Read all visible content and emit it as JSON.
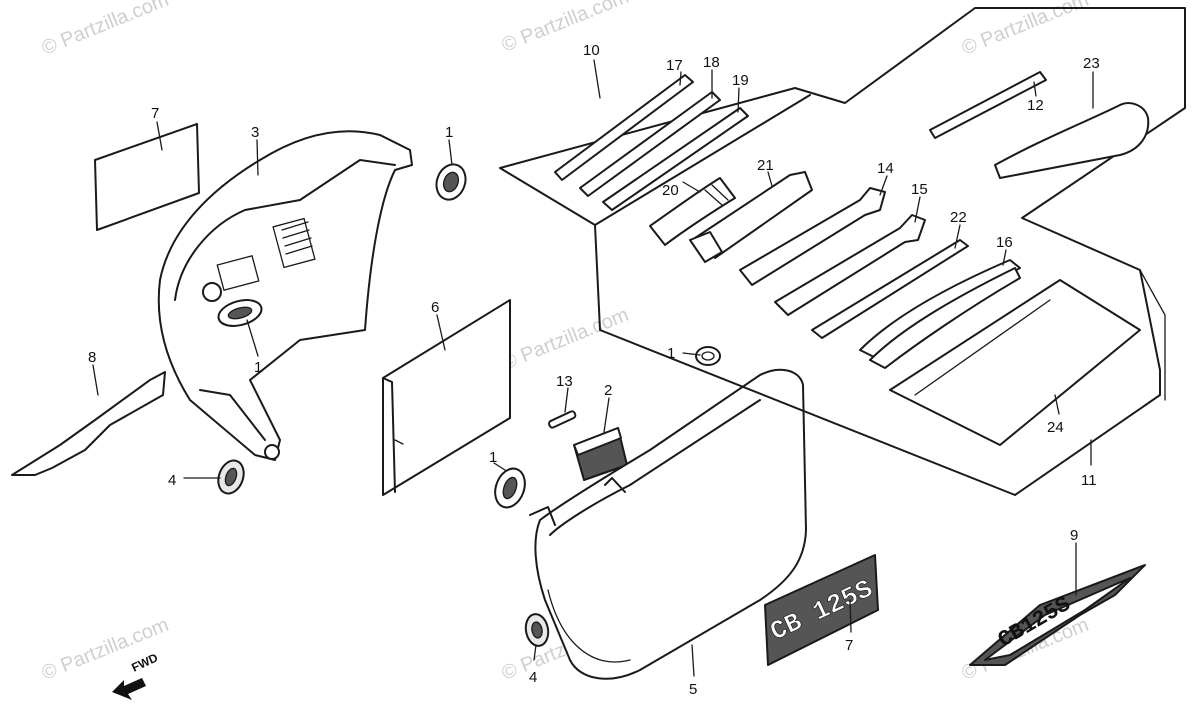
{
  "watermark": {
    "text": "© Partzilla.com"
  },
  "direction_marker": {
    "text": "FWD"
  },
  "emblem_texts": {
    "side_plate": "CB 125S",
    "badge": "CB125S"
  },
  "callouts": {
    "c1a": "1",
    "c1b": "1",
    "c1c": "1",
    "c1d": "1",
    "c2": "2",
    "c3": "3",
    "c4a": "4",
    "c4b": "4",
    "c5": "5",
    "c6": "6",
    "c7a": "7",
    "c7b": "7",
    "c8": "8",
    "c9": "9",
    "c10": "10",
    "c11": "11",
    "c12": "12",
    "c13": "13",
    "c14": "14",
    "c15": "15",
    "c16": "16",
    "c17": "17",
    "c18": "18",
    "c19": "19",
    "c20": "20",
    "c21": "21",
    "c22": "22",
    "c23": "23",
    "c24": "24"
  }
}
